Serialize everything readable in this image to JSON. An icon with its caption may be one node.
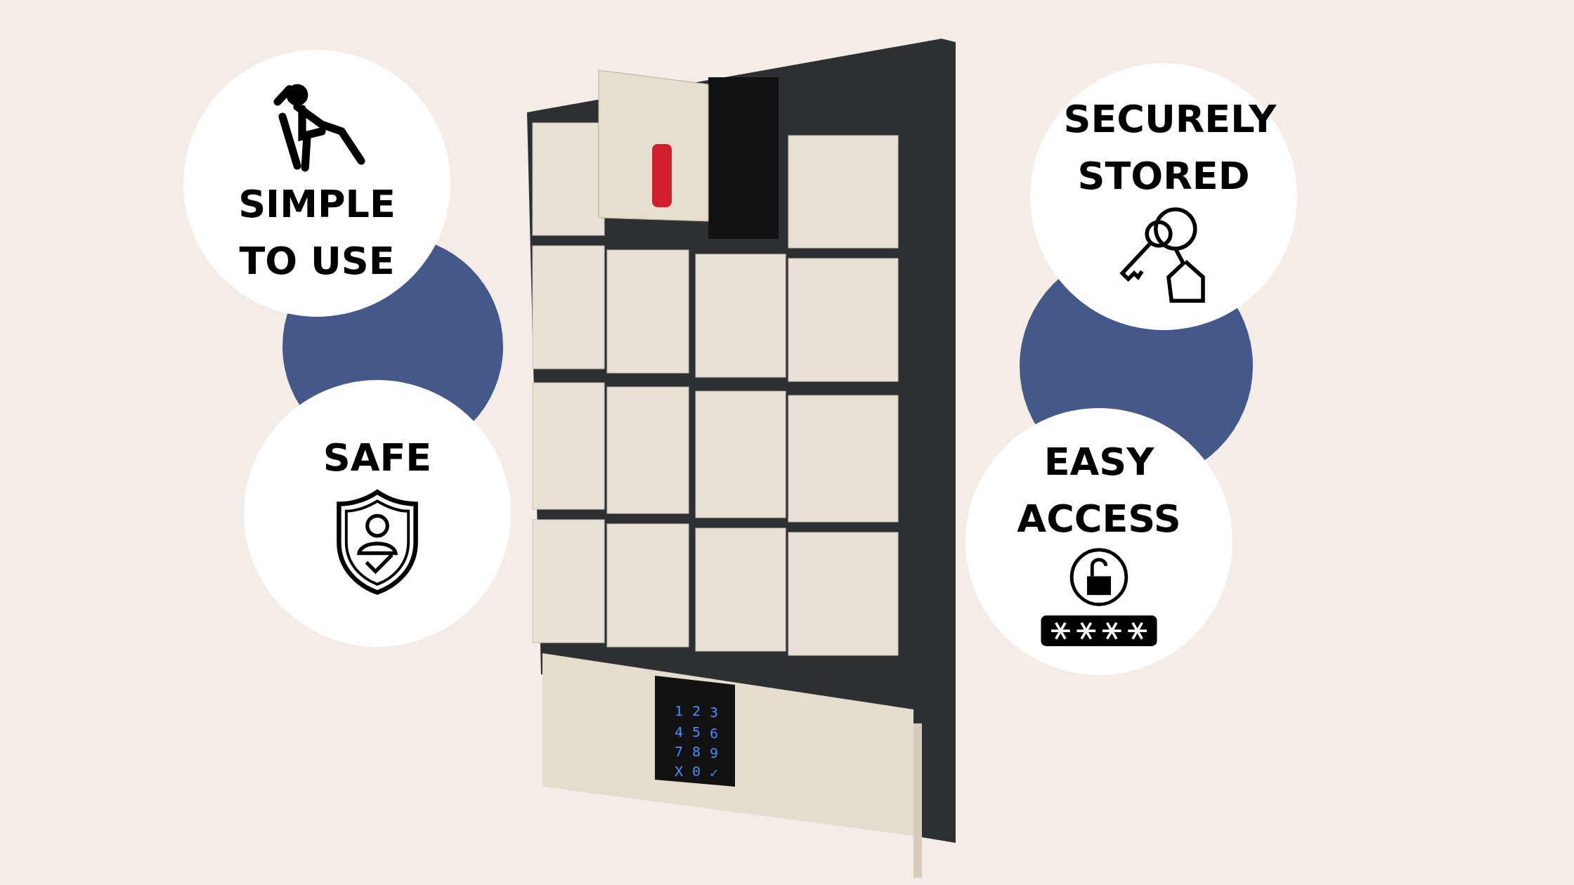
{
  "diagram": {
    "nodes": [
      {
        "text": [
          "SIMPLE TO USE"
        ]
      },
      {
        "text": [
          "SAFE"
        ]
      },
      {
        "text": [
          "SECURELY STORED"
        ]
      },
      {
        "text": [
          "EASY ACCESS"
        ]
      }
    ],
    "labels": [
      "1",
      "2",
      "3",
      "4",
      "5",
      "6",
      "7",
      "8",
      "9",
      "X",
      "0",
      "✓"
    ]
  }
}
